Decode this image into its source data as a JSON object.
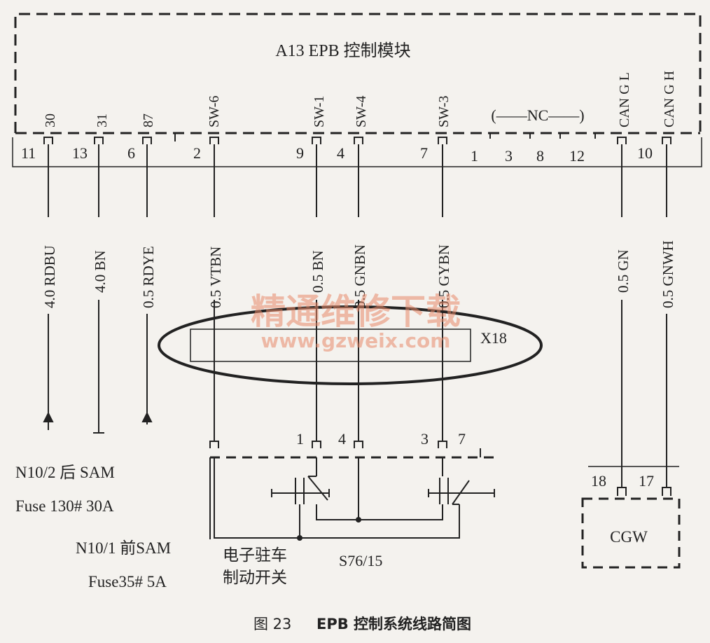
{
  "module": {
    "title": "A13 EPB 控制模块"
  },
  "pins": [
    {
      "num": "11",
      "name": "30",
      "wire": "4.0 RDBU"
    },
    {
      "num": "13",
      "name": "31",
      "wire": "4.0 BN"
    },
    {
      "num": "6",
      "name": "87",
      "wire": "0.5 RDYE"
    },
    {
      "num": "2",
      "name": "SW-6",
      "wire": "0.5 VTBN"
    },
    {
      "num": "9",
      "name": "SW-1",
      "wire": "0.5 BN"
    },
    {
      "num": "4",
      "name": "SW-4",
      "wire": "0.5 GNBN"
    },
    {
      "num": "7",
      "name": "SW-3",
      "wire": "0.5 GYBN"
    },
    {
      "num": "10",
      "name": "CAN G L",
      "wire": "0.5 GN"
    },
    {
      "num": "",
      "name": "CAN G H",
      "wire": "0.5 GNWH"
    }
  ],
  "nc": {
    "label": "(——NC——)",
    "pins": [
      "1",
      "3",
      "8",
      "12"
    ]
  },
  "connector": {
    "name": "X18"
  },
  "switch": {
    "name": "S76/15",
    "label_line1": "电子驻车",
    "label_line2": "制动开关",
    "pins": [
      "1",
      "4",
      "3",
      "7"
    ]
  },
  "cgw": {
    "name": "CGW",
    "pins": [
      "18",
      "17"
    ]
  },
  "sources": {
    "rear_sam": "N10/2 后 SAM",
    "rear_fuse": "Fuse  130# 30A",
    "front_sam": "N10/1  前SAM",
    "front_fuse": "Fuse35# 5A"
  },
  "watermark": {
    "line1": "精通维修下载",
    "line2": "www.gzweix.com"
  },
  "caption": {
    "prefix": "图 23",
    "title": "EPB 控制系统线路简图"
  }
}
